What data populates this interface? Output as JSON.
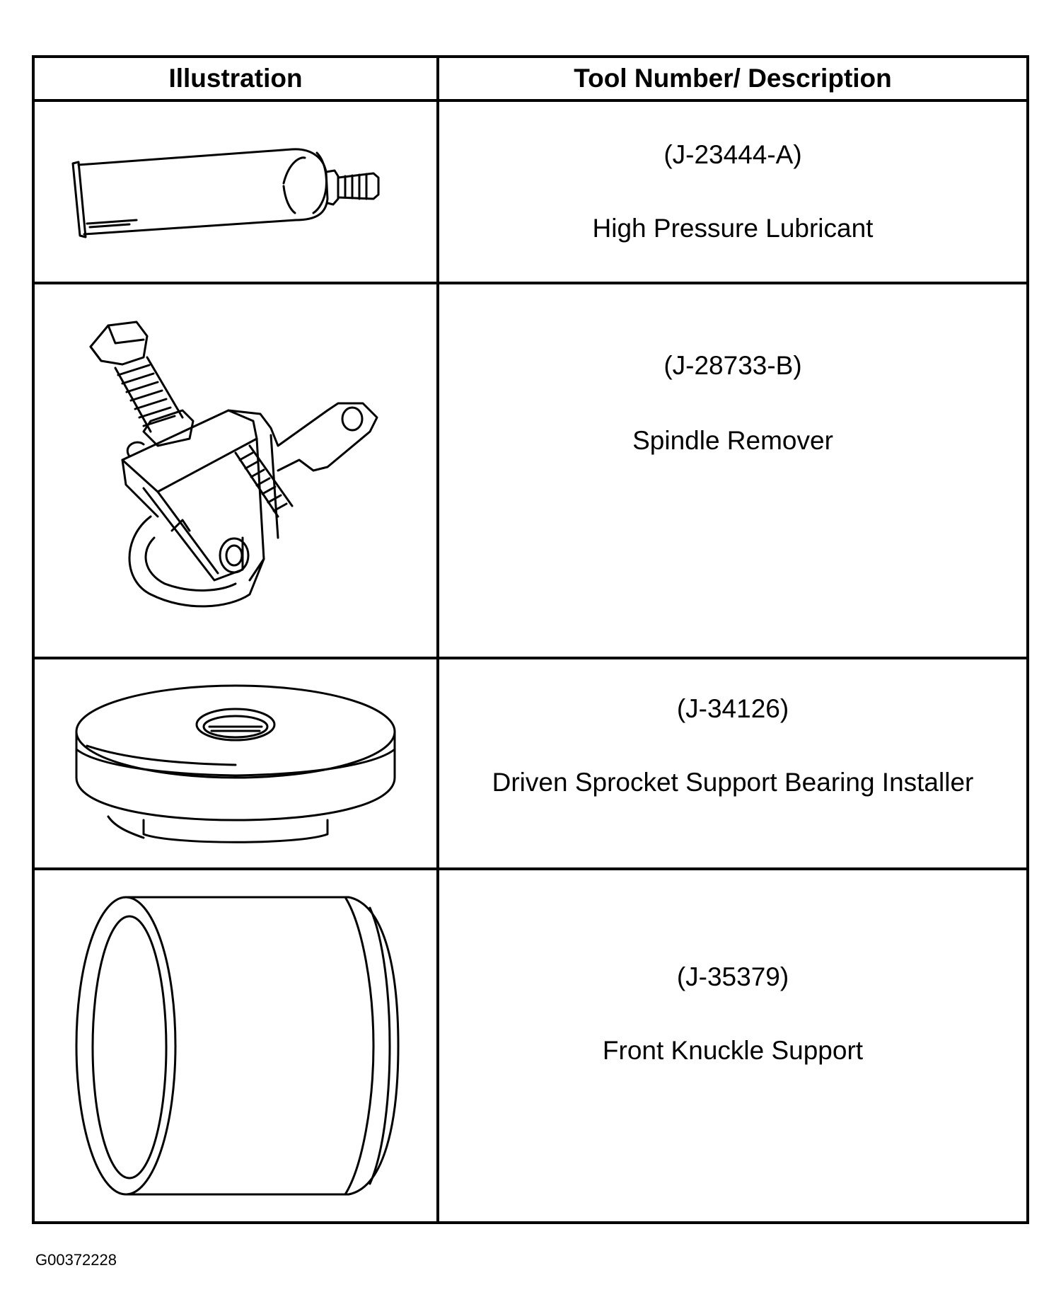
{
  "table": {
    "headers": {
      "illustration": "Illustration",
      "tool": "Tool Number/ Description"
    },
    "rows": [
      {
        "tool_number": "(J-23444-A)",
        "description": "High Pressure Lubricant",
        "icon": "lubricant-tube-icon"
      },
      {
        "tool_number": "(J-28733-B)",
        "description": "Spindle Remover",
        "icon": "spindle-remover-icon"
      },
      {
        "tool_number": "(J-34126)",
        "description": "Driven Sprocket Support Bearing Installer",
        "icon": "bearing-installer-icon"
      },
      {
        "tool_number": "(J-35379)",
        "description": "Front Knuckle Support",
        "icon": "knuckle-support-icon"
      }
    ]
  },
  "figure_id": "G00372228"
}
